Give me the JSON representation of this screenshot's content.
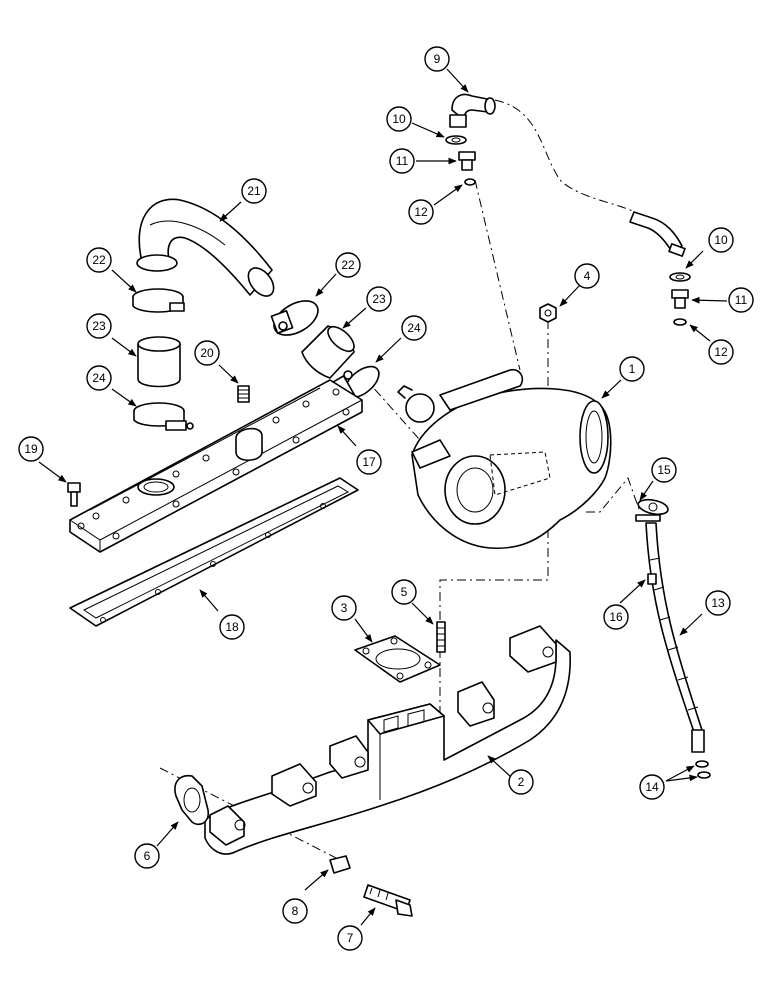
{
  "callouts": [
    {
      "label": "1"
    },
    {
      "label": "2"
    },
    {
      "label": "3"
    },
    {
      "label": "4"
    },
    {
      "label": "5"
    },
    {
      "label": "6"
    },
    {
      "label": "7"
    },
    {
      "label": "8"
    },
    {
      "label": "9"
    },
    {
      "label": "10"
    },
    {
      "label": "10"
    },
    {
      "label": "11"
    },
    {
      "label": "11"
    },
    {
      "label": "12"
    },
    {
      "label": "12"
    },
    {
      "label": "13"
    },
    {
      "label": "14"
    },
    {
      "label": "15"
    },
    {
      "label": "16"
    },
    {
      "label": "17"
    },
    {
      "label": "18"
    },
    {
      "label": "19"
    },
    {
      "label": "20"
    },
    {
      "label": "21"
    },
    {
      "label": "22"
    },
    {
      "label": "22"
    },
    {
      "label": "23"
    },
    {
      "label": "23"
    },
    {
      "label": "24"
    },
    {
      "label": "24"
    }
  ]
}
